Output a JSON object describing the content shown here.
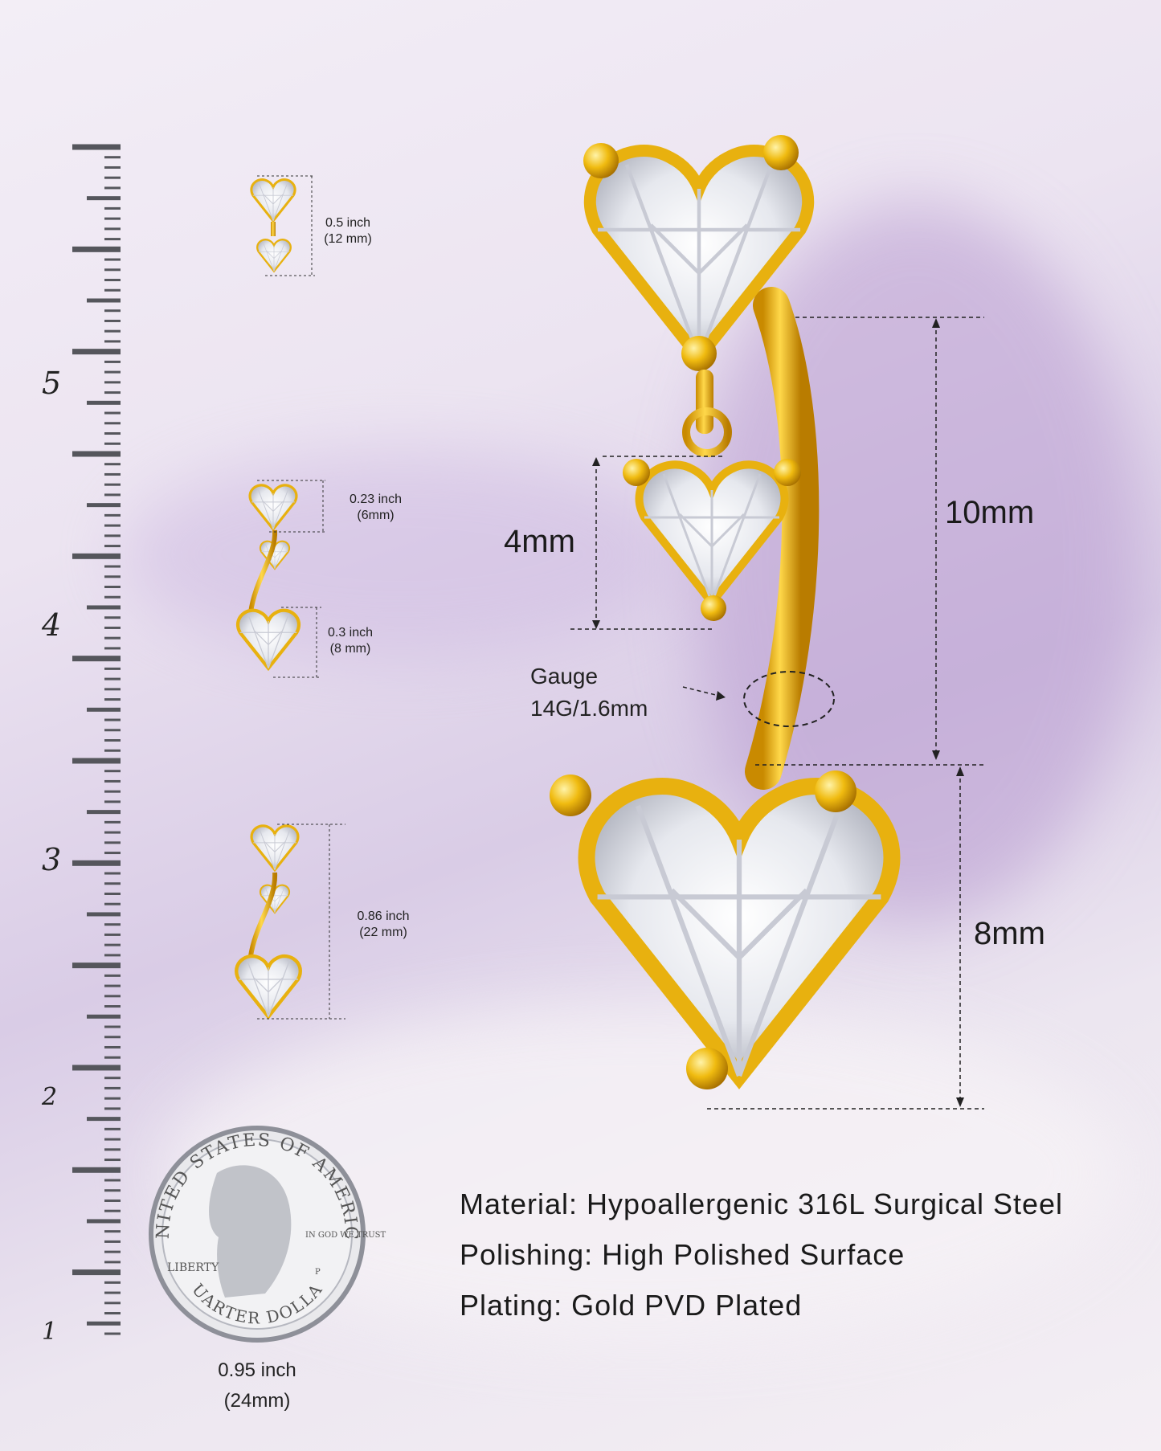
{
  "ruler": {
    "labels": [
      "5",
      "4",
      "3",
      "2",
      "1"
    ]
  },
  "thumbnails": [
    {
      "dim1": "0.5 inch",
      "dim2": "(12 mm)"
    },
    {
      "dim1": "0.23 inch",
      "dim2": "(6mm)",
      "dim3": "0.3 inch",
      "dim4": "(8 mm)"
    },
    {
      "dim1": "0.86 inch",
      "dim2": "(22 mm)"
    }
  ],
  "main": {
    "dim_top": "10mm",
    "dim_mid": "4mm",
    "dim_bottom": "8mm",
    "gauge_line1": "Gauge",
    "gauge_line2": "14G/1.6mm"
  },
  "coin": {
    "caption_line1": "0.95 inch",
    "caption_line2": "(24mm)",
    "top_text": "UNITED STATES OF AMERICA",
    "bottom_text": "QUARTER DOLLAR",
    "left_text": "LIBERTY",
    "right_text": "IN GOD WE TRUST",
    "mint": "P"
  },
  "specs": [
    "Material: Hypoallergenic 316L Surgical Steel",
    "Polishing: High Polished Surface",
    "Plating: Gold PVD Plated"
  ],
  "colors": {
    "gold": "#e8b10f",
    "gold_dark": "#b8860b",
    "gem": "#eef0f4"
  }
}
